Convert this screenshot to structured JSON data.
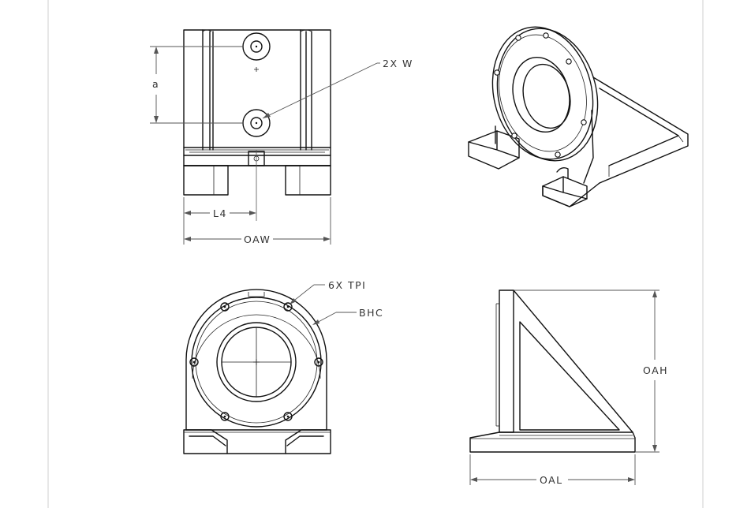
{
  "drawing": {
    "labels": {
      "a": "a",
      "w": "2X  W",
      "l4": "L4",
      "oaw": "OAW",
      "tpi": "6X  TPI",
      "bhc": "BHC",
      "oah": "OAH",
      "oal": "OAL"
    }
  }
}
